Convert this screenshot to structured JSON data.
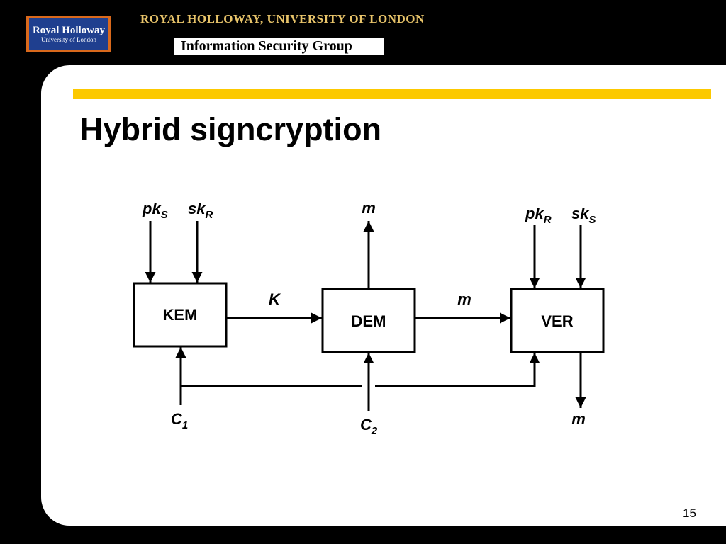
{
  "header": {
    "logo_line1": "Royal Holloway",
    "logo_line2": "University of London",
    "title": "ROYAL HOLLOWAY, UNIVERSITY OF LONDON",
    "subtitle": "Information Security Group"
  },
  "slide": {
    "title": "Hybrid signcryption",
    "page_number": "15"
  },
  "diagram": {
    "kem": {
      "label": "KEM",
      "input1": {
        "base": "pk",
        "sub": "S"
      },
      "input2": {
        "base": "sk",
        "sub": "R"
      },
      "bottom_input": {
        "base": "C",
        "sub": "1"
      }
    },
    "dem": {
      "label": "DEM",
      "output": "m",
      "bottom_input": {
        "base": "C",
        "sub": "2"
      }
    },
    "ver": {
      "label": "VER",
      "input1": {
        "base": "pk",
        "sub": "R"
      },
      "input2": {
        "base": "sk",
        "sub": "S"
      },
      "output": "m"
    },
    "kem_to_dem": "K",
    "dem_to_ver": "m"
  }
}
